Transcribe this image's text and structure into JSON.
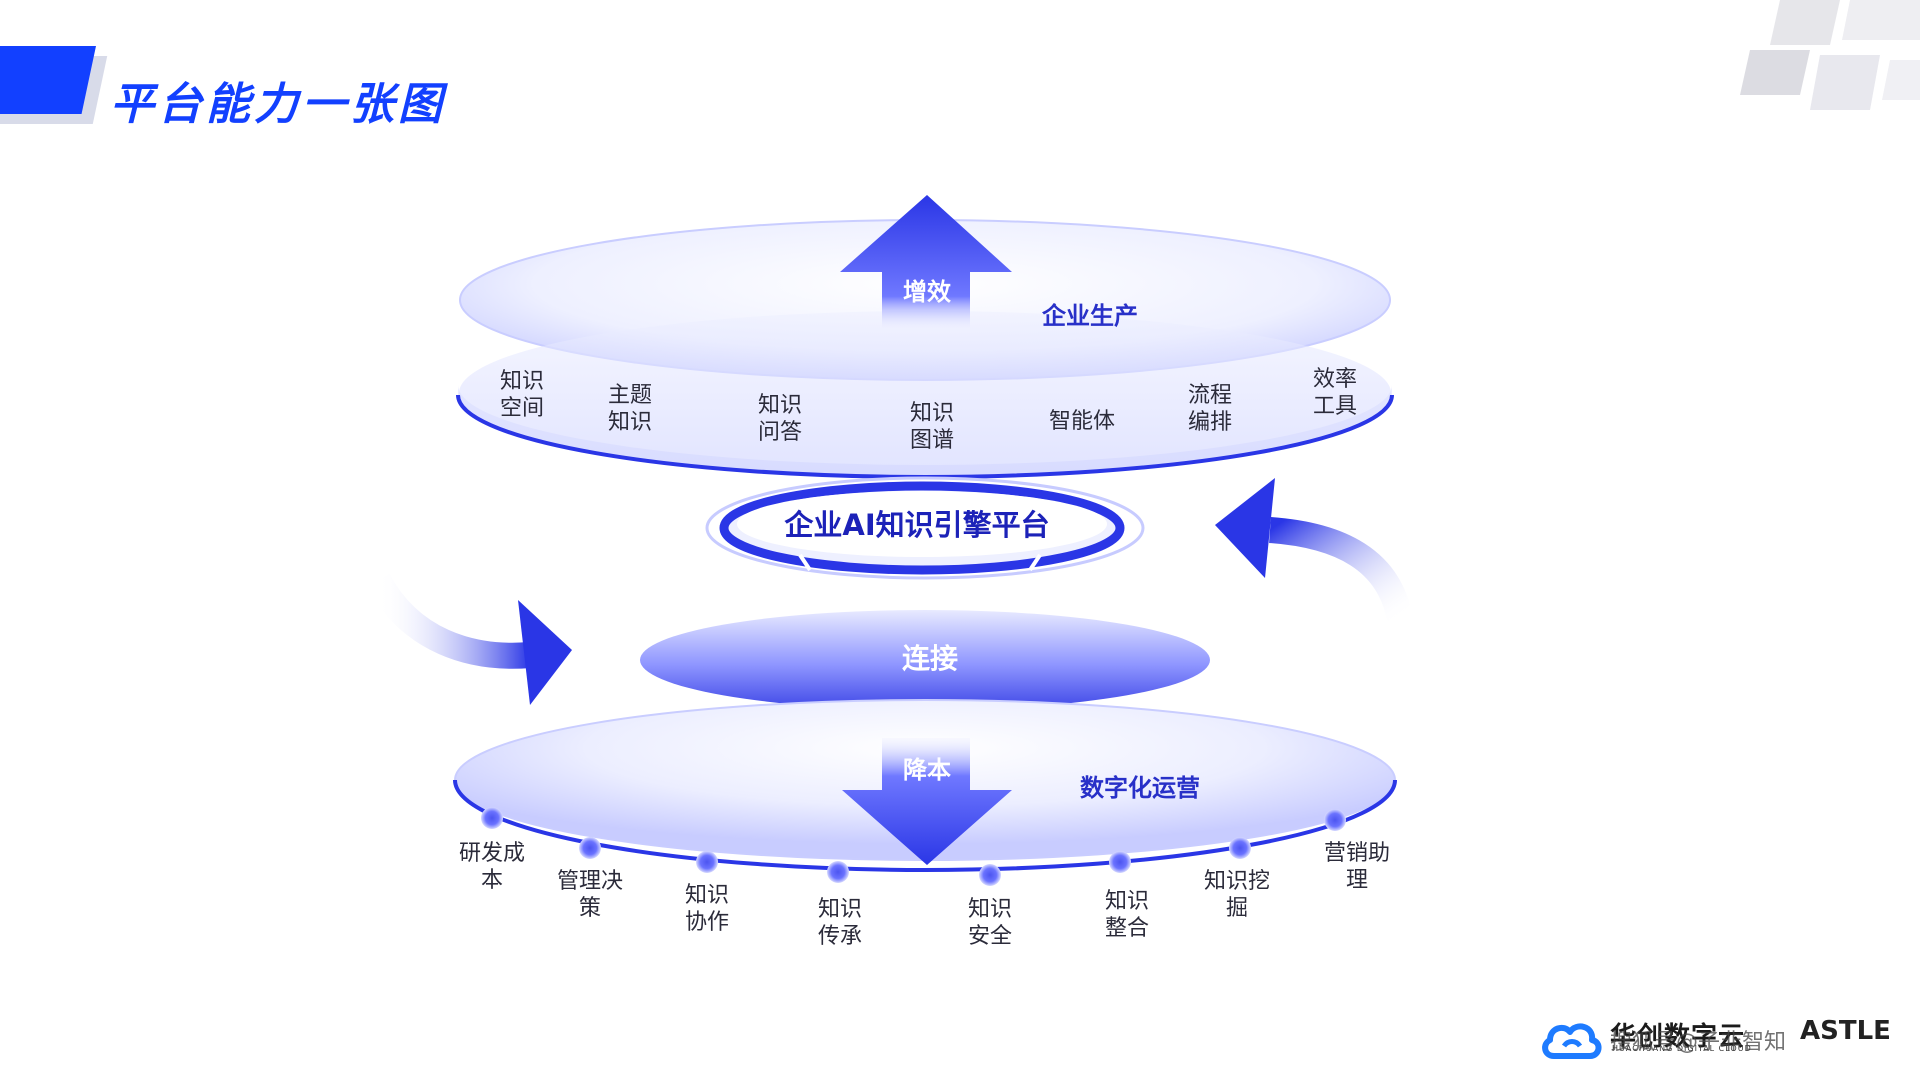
{
  "page": {
    "title": "平台能力一张图"
  },
  "top_layer": {
    "title": "企业生产",
    "arrow_label": "增效",
    "items": [
      "知识空间",
      "主题知识",
      "知识问答",
      "知识图谱",
      "智能体",
      "流程编排",
      "效率工具"
    ]
  },
  "platform": {
    "label": "企业AI知识引擎平台"
  },
  "middle": {
    "label": "连接"
  },
  "bottom_layer": {
    "title": "数字化运营",
    "arrow_label": "降本",
    "items": [
      "研发成本",
      "管理决策",
      "知识协作",
      "知识传承",
      "知识安全",
      "知识整合",
      "知识挖掘",
      "营销助理"
    ]
  },
  "footer": {
    "brand": "华创数字云",
    "brand_sub": "HUACHUANG DIGITAL CLOUD",
    "watermark": "搜狐号@子非智知",
    "partner": "ASTLE"
  },
  "colors": {
    "accent": "#1240ff",
    "deep": "#2830c8",
    "light": "#dcdfff"
  }
}
